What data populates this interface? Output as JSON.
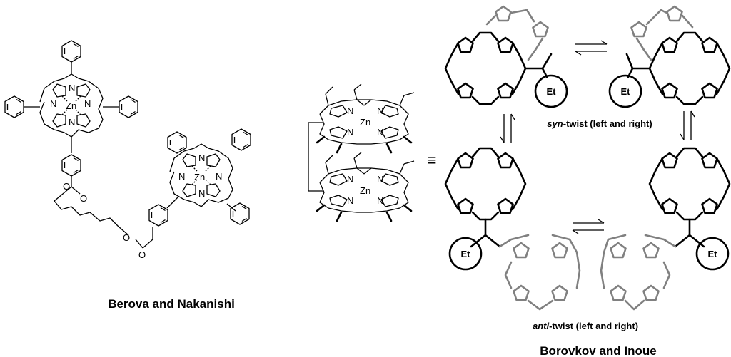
{
  "captions": {
    "left": "Berova and Nakanishi",
    "right": "Borovkov and Inoue",
    "syn_prefix": "syn",
    "syn_suffix": "-twist (left and right)",
    "anti_prefix": "anti",
    "anti_suffix": "-twist (left and right)"
  },
  "atoms": {
    "nitrogen": "N",
    "zinc": "Zn",
    "oxygen": "O",
    "ethyl": "Et"
  },
  "symbols": {
    "equivalence": "≡"
  },
  "colors": {
    "front_ring": "#000000",
    "back_ring": "#808080"
  }
}
